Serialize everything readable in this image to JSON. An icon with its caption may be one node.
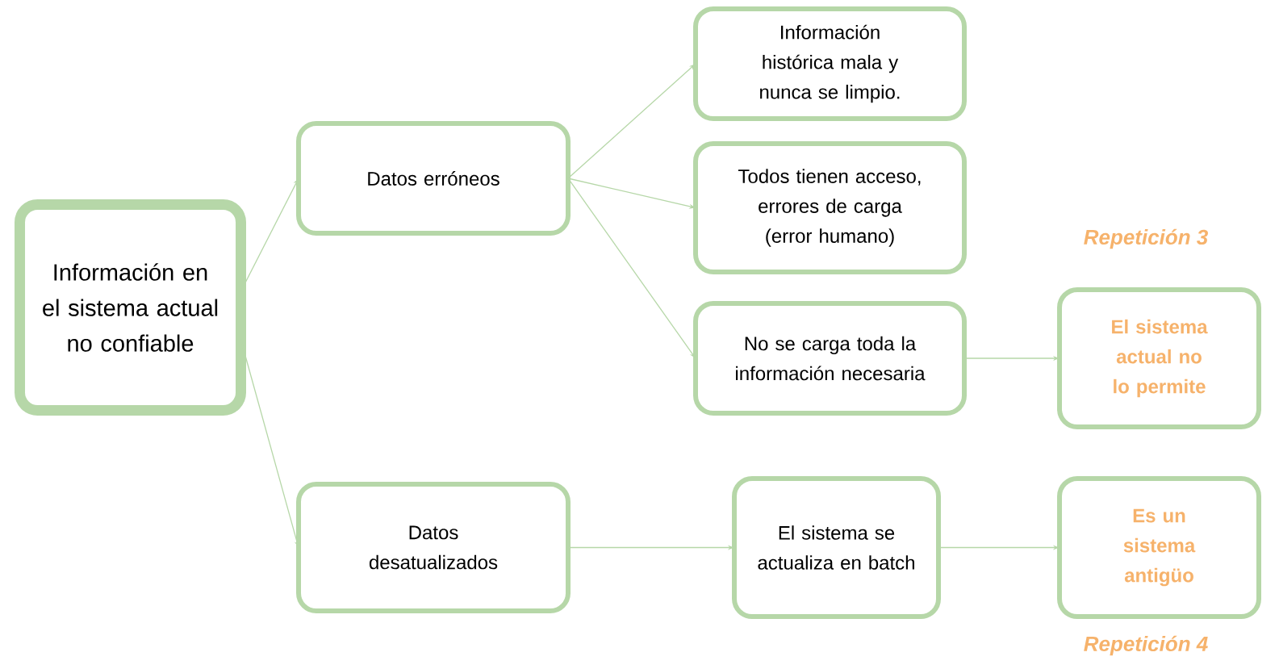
{
  "diagram": {
    "nodes": [
      {
        "text": [
          "Información en el sistema actual no confiable"
        ]
      },
      {
        "text": [
          "Datos erróneos"
        ]
      },
      {
        "text": [
          "Información histórica mala y nunca se limpio."
        ]
      },
      {
        "text": [
          "Todos tienen acceso, errores de carga (error humano)"
        ]
      },
      {
        "text": [
          "No se carga toda la información necesaria"
        ]
      },
      {
        "text": [
          "El sistema actual no lo permite"
        ]
      },
      {
        "text": [
          "Datos desatualizados"
        ]
      },
      {
        "text": [
          "El sistema se actualiza en batch"
        ]
      },
      {
        "text": [
          "Es un sistema antigüo"
        ]
      }
    ],
    "edges": [
      {
        "from": 0,
        "to": 1,
        "arrow": "to"
      },
      {
        "from": 0,
        "to": 6,
        "arrow": "to"
      },
      {
        "from": 1,
        "to": 2,
        "arrow": "to"
      },
      {
        "from": 1,
        "to": 3,
        "arrow": "to"
      },
      {
        "from": 1,
        "to": 4,
        "arrow": "to"
      },
      {
        "from": 4,
        "to": 5,
        "arrow": "to"
      },
      {
        "from": 6,
        "to": 7,
        "arrow": "to"
      },
      {
        "from": 7,
        "to": 8,
        "arrow": "to"
      }
    ],
    "labels": [
      "Repetición 3",
      "Repetición 4"
    ]
  }
}
